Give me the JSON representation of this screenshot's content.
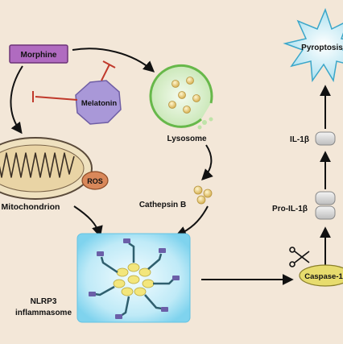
{
  "labels": {
    "morphine": "Morphine",
    "melatonin": "Melatonin",
    "lysosome": "Lysosome",
    "cathepsin_b": "Cathepsin B",
    "mitochondrion": "Mitochondrion",
    "ros": "ROS",
    "nlrp3_line1": "NLRP3",
    "nlrp3_line2": "inflammasome",
    "pyroptosis": "Pyroptosis",
    "il1b": "IL-1β",
    "pro_il1b": "Pro-IL-1β",
    "caspase1": "Caspase-1"
  },
  "colors": {
    "background": "#f3e7d8",
    "morphine_box": "#b06bc0",
    "melatonin": "#a998d8",
    "inhibit": "#c0392b",
    "lysosome": "#dbeecb",
    "granule": "#e6cf7a",
    "ros": "#d9885a",
    "mito_outer": "#efe1bf",
    "inflammasome": "#9adcf0",
    "pyroptosis": "#b9e6f0",
    "caspase": "#e7dc6e",
    "cytokine": "#d7d7d7"
  }
}
